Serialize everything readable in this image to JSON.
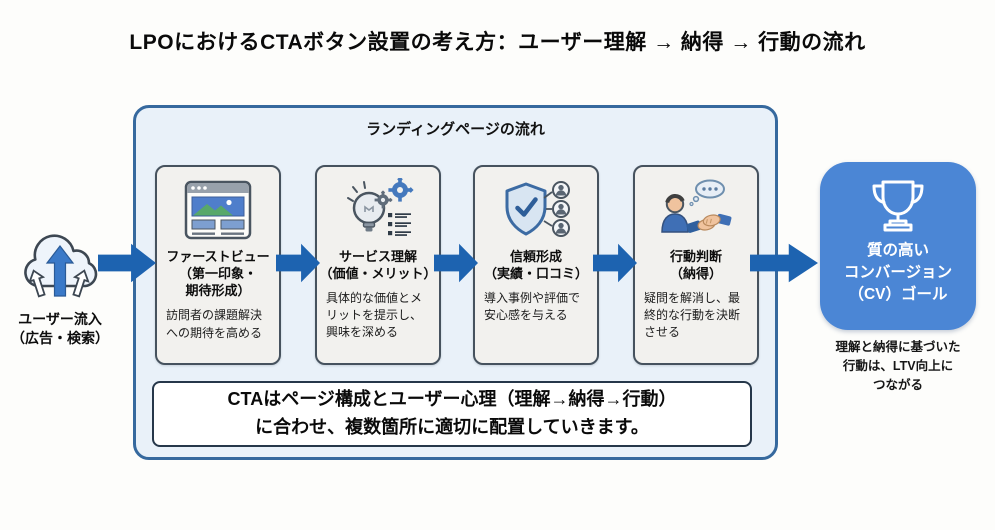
{
  "page": {
    "title": "LPOにおけるCTAボタン設置の考え方：ユーザー理解 → 納得 → 行動の流れ"
  },
  "colors": {
    "arrow_blue": "#1d63b0",
    "container_border": "#36699e",
    "container_bg": "#e9f1f9",
    "card_bg": "#f2f1ee",
    "card_border": "#46525e",
    "goal_bg": "#4b86d5",
    "note_border": "#26374a"
  },
  "inflow": {
    "icon": "cloud-upload-arrows-icon",
    "label": "ユーザー流入\n（広告・検索）"
  },
  "flow": {
    "header": "ランディングページの流れ",
    "steps": [
      {
        "icon": "browser-firstview-icon",
        "title": "ファーストビュー\n（第一印象・\n期待形成）",
        "body": "訪問者の課題解決への期待を高める"
      },
      {
        "icon": "idea-bulb-gears-icon",
        "title": "サービス理解\n（価値・メリット）",
        "body": "具体的な価値とメリットを提示し、興味を深める"
      },
      {
        "icon": "shield-check-users-icon",
        "title": "信頼形成\n（実績・口コミ）",
        "body": "導入事例や評価で安心感を与える"
      },
      {
        "icon": "person-thought-handshake-icon",
        "title": "行動判断\n（納得）",
        "body": "疑問を解消し、最終的な行動を決断させる"
      }
    ],
    "note": "CTAはページ構成とユーザー心理（理解→納得→行動）\nに合わせ、複数箇所に適切に配置していきます。"
  },
  "goal": {
    "icon": "trophy-icon",
    "label": "質の高い\nコンバージョン\n（CV）ゴール",
    "caption": "理解と納得に基づいた\n行動は、LTV向上に\nつながる"
  }
}
